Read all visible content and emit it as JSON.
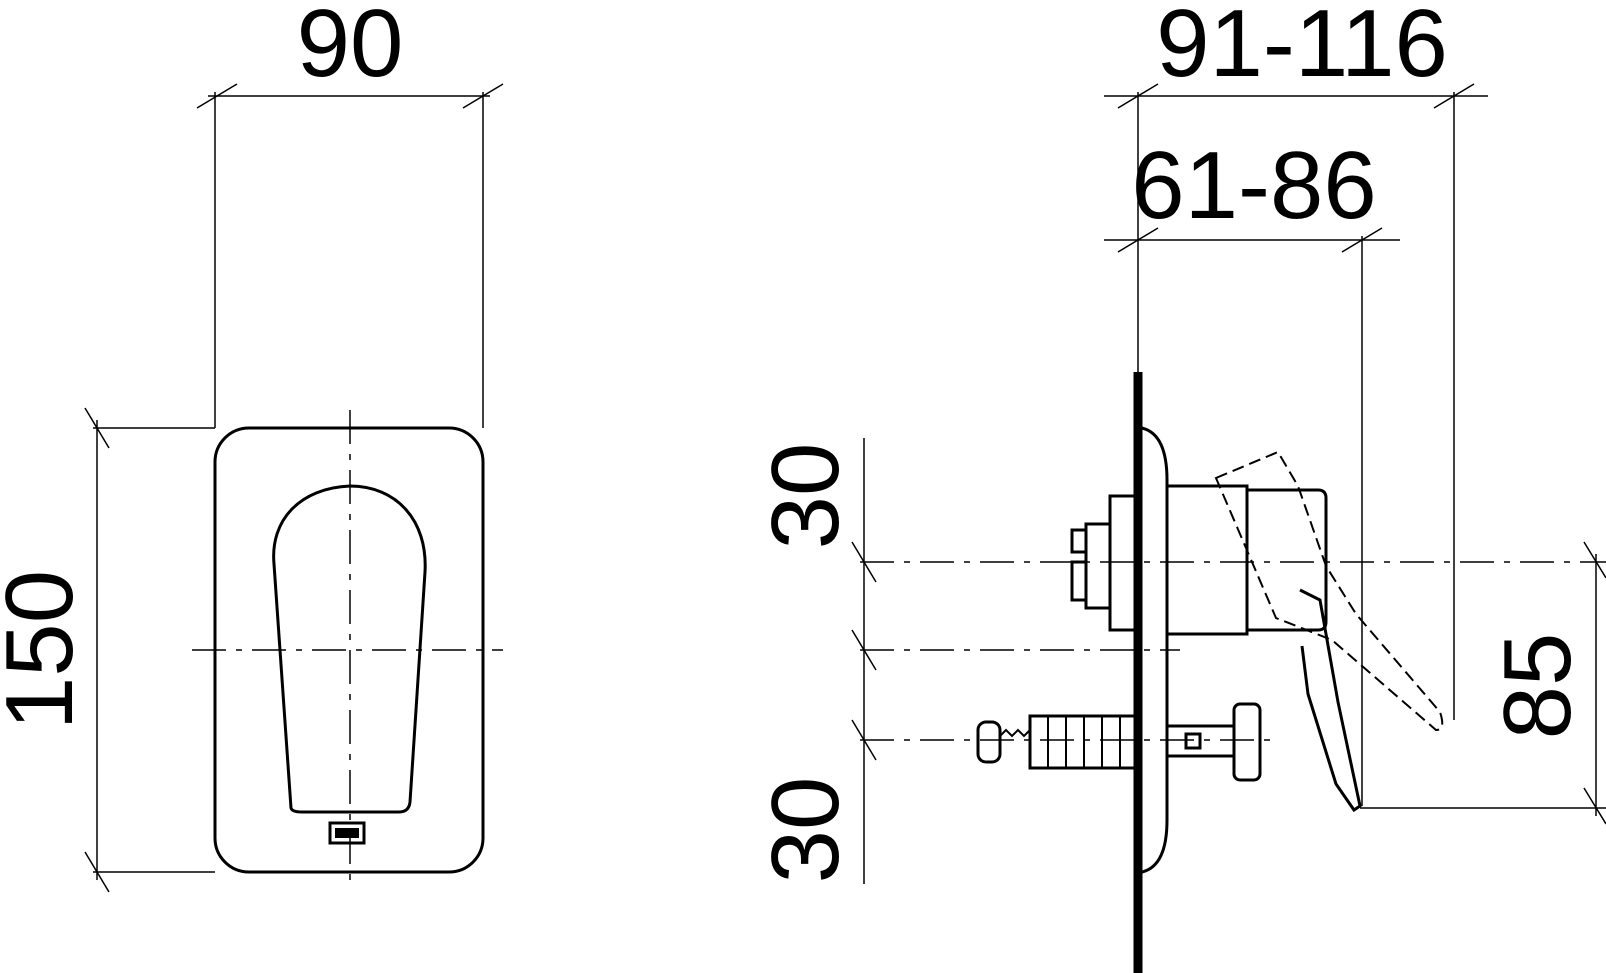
{
  "colors": {
    "line": "#000000",
    "background": "#ffffff"
  },
  "front_view": {
    "width_label": "90",
    "height_label": "150"
  },
  "side_view": {
    "projection_max_label": "91-116",
    "projection_min_label": "61-86",
    "upper_spacing_label": "30",
    "lower_spacing_label": "30",
    "handle_height_label": "85"
  }
}
